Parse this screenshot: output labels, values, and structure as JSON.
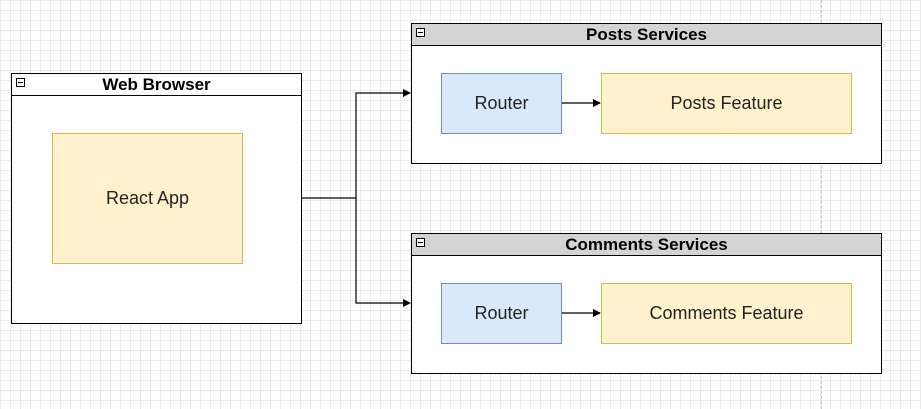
{
  "diagram": {
    "web_browser": {
      "title": "Web Browser",
      "react_app_label": "React App"
    },
    "posts_services": {
      "title": "Posts Services",
      "router_label": "Router",
      "feature_label": "Posts Feature"
    },
    "comments_services": {
      "title": "Comments Services",
      "router_label": "Router",
      "feature_label": "Comments Feature"
    }
  }
}
